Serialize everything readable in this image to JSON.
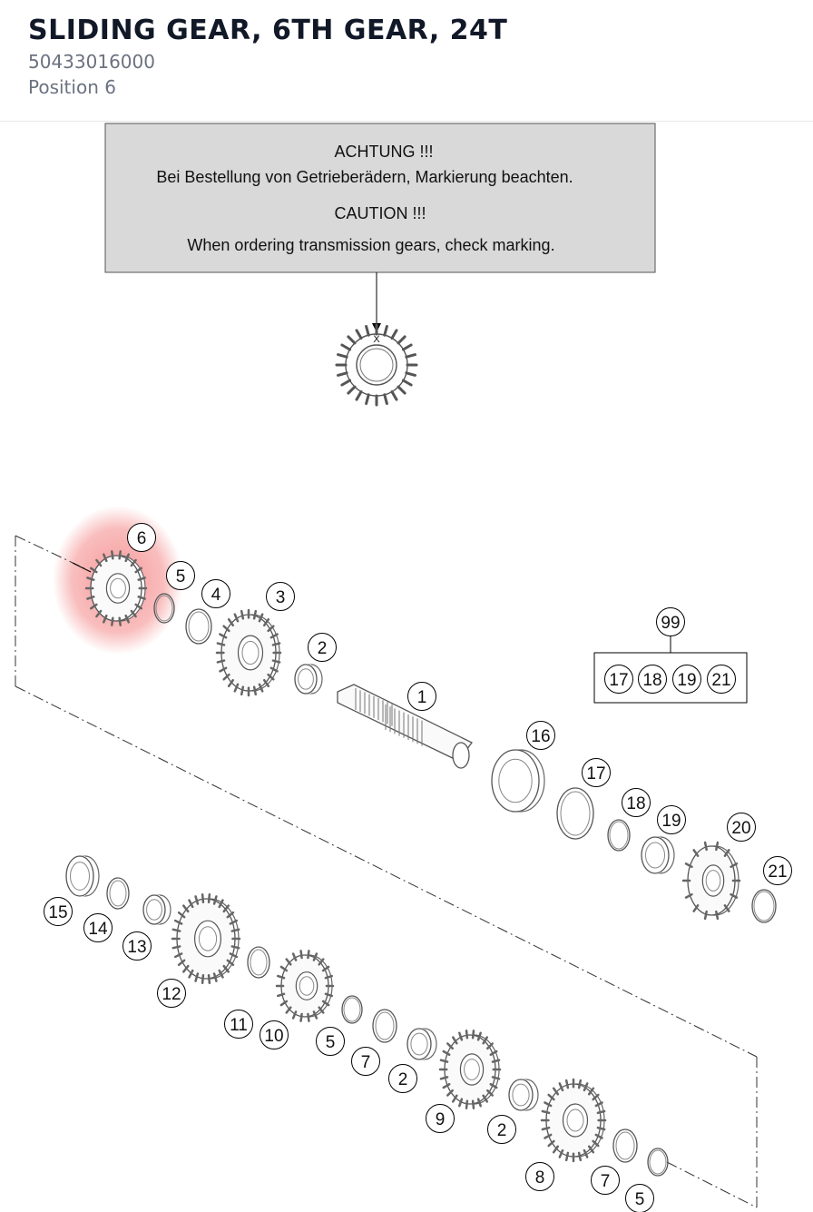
{
  "header": {
    "title": "SLIDING GEAR, 6TH GEAR, 24T",
    "part_number": "50433016000",
    "position": "Position 6"
  },
  "caution_box": {
    "line1": "ACHTUNG !!!",
    "line2": "Bei Bestellung von Getrieberädern, Markierung beachten.",
    "line3": "CAUTION !!!",
    "line4": "When ordering transmission gears, check marking.",
    "marker": "X"
  },
  "highlight": {
    "position": "6",
    "color": "#ef4444"
  },
  "kit": {
    "label": "99",
    "items": [
      "17",
      "18",
      "19",
      "21"
    ]
  },
  "callouts": [
    "6",
    "5",
    "4",
    "3",
    "2",
    "1",
    "16",
    "17",
    "18",
    "19",
    "20",
    "21",
    "15",
    "14",
    "13",
    "12",
    "11",
    "10",
    "5",
    "7",
    "2",
    "9",
    "2",
    "8",
    "7",
    "5"
  ]
}
